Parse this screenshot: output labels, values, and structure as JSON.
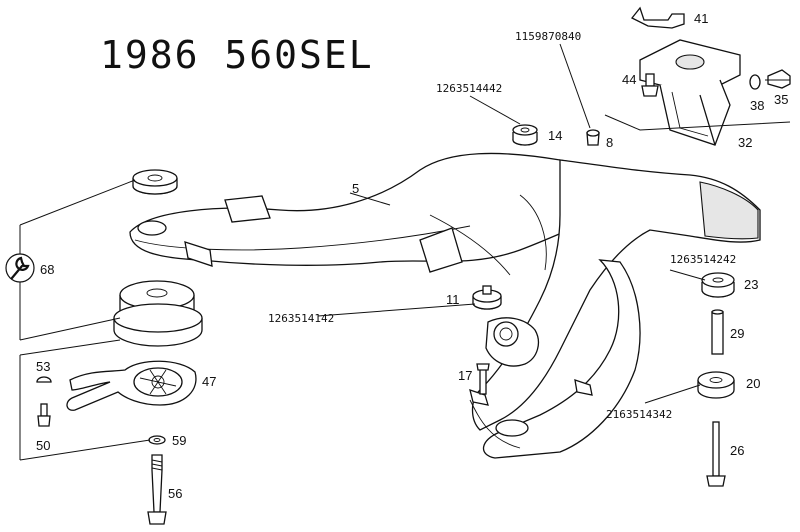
{
  "diagram": {
    "title": "1986 560SEL",
    "part_numbers": {
      "p1": "1263514442",
      "p2": "1159870840",
      "p3": "1263514242",
      "p4": "1263514142",
      "p5": "2163514342"
    },
    "callouts": {
      "c5": "5",
      "c8": "8",
      "c11": "11",
      "c14": "14",
      "c17": "17",
      "c20": "20",
      "c23": "23",
      "c26": "26",
      "c29": "29",
      "c32": "32",
      "c35": "35",
      "c38": "38",
      "c41": "41",
      "c44": "44",
      "c47": "47",
      "c50": "50",
      "c53": "53",
      "c56": "56",
      "c59": "59",
      "c68": "68"
    },
    "icons": [
      "wrench-icon"
    ]
  }
}
